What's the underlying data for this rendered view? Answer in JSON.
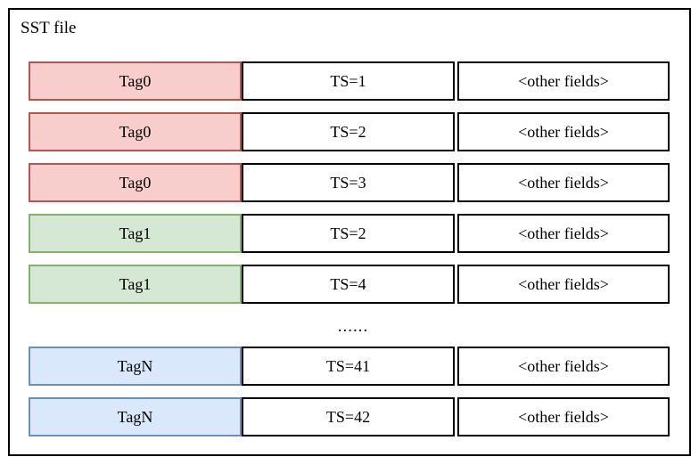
{
  "diagram": {
    "title": "SST file",
    "ellipsis": "......",
    "columns": [
      "tag",
      "timestamp",
      "other"
    ],
    "colors": {
      "red_fill": "#f8cecc",
      "red_border": "#b85450",
      "green_fill": "#d5e8d4",
      "green_border": "#82b366",
      "blue_fill": "#dae8fc",
      "blue_border": "#6c8ebf",
      "default_border": "#000000",
      "background": "#ffffff"
    },
    "rows": [
      {
        "tag": "Tag0",
        "ts": "TS=1",
        "other": "<other fields>",
        "color": "red"
      },
      {
        "tag": "Tag0",
        "ts": "TS=2",
        "other": "<other fields>",
        "color": "red"
      },
      {
        "tag": "Tag0",
        "ts": "TS=3",
        "other": "<other fields>",
        "color": "red"
      },
      {
        "tag": "Tag1",
        "ts": "TS=2",
        "other": "<other fields>",
        "color": "green"
      },
      {
        "tag": "Tag1",
        "ts": "TS=4",
        "other": "<other fields>",
        "color": "green"
      },
      {
        "tag": "TagN",
        "ts": "TS=41",
        "other": "<other fields>",
        "color": "blue"
      },
      {
        "tag": "TagN",
        "ts": "TS=42",
        "other": "<other fields>",
        "color": "blue"
      }
    ],
    "ellipsis_after_index": 4
  }
}
